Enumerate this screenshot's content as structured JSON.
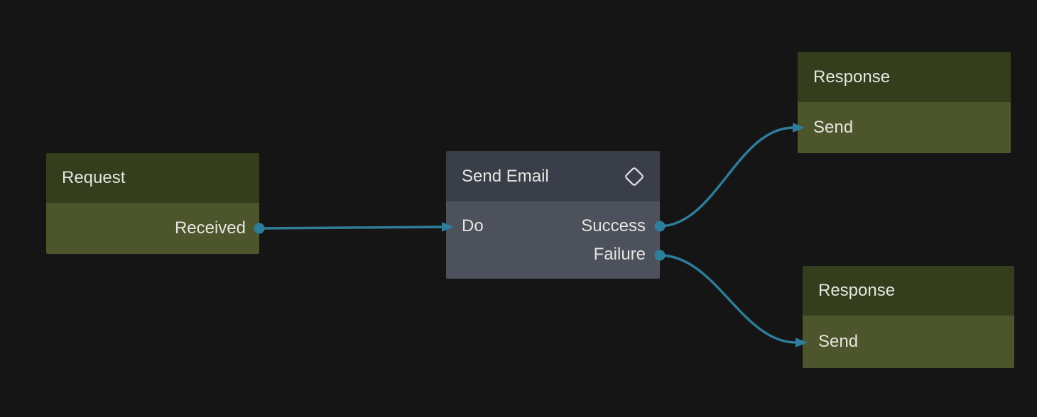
{
  "canvas": {
    "type": "node-flow-editor"
  },
  "colors": {
    "background": "#151515",
    "olive-header": "#343e1d",
    "olive-body": "#4c552b",
    "slate-header": "#3a3e49",
    "slate-body": "#4c515c",
    "edge": "#2e7d9b",
    "text": "#e4e6df"
  },
  "nodes": [
    {
      "id": "request",
      "title": "Request",
      "theme": "olive",
      "inputs": [],
      "outputs": [
        {
          "label": "Received",
          "connected": true
        }
      ]
    },
    {
      "id": "send-email",
      "title": "Send Email",
      "theme": "slate",
      "icon": "diamond-icon",
      "inputs": [
        {
          "label": "Do",
          "connected": true
        }
      ],
      "outputs": [
        {
          "label": "Success",
          "connected": true
        },
        {
          "label": "Failure",
          "connected": true
        }
      ]
    },
    {
      "id": "response-success",
      "title": "Response",
      "theme": "olive",
      "inputs": [
        {
          "label": "Send",
          "connected": true
        }
      ],
      "outputs": []
    },
    {
      "id": "response-failure",
      "title": "Response",
      "theme": "olive",
      "inputs": [
        {
          "label": "Send",
          "connected": true
        }
      ],
      "outputs": []
    }
  ],
  "edges": [
    {
      "from": "request.Received",
      "to": "send-email.Do"
    },
    {
      "from": "send-email.Success",
      "to": "response-success.Send"
    },
    {
      "from": "send-email.Failure",
      "to": "response-failure.Send"
    }
  ]
}
